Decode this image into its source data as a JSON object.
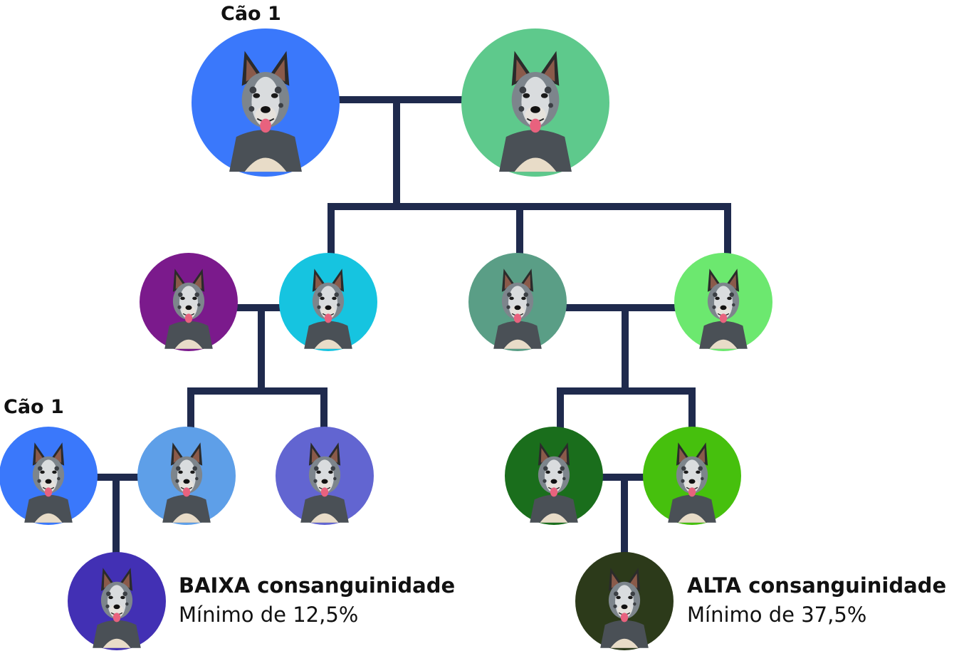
{
  "labels": {
    "dog1_top": "Cão 1",
    "dog1_left": "Cão 1",
    "low_title": "BAIXA consanguinidade",
    "low_subtitle": "Mínimo de 12,5%",
    "high_title": "ALTA consanguinidade",
    "high_subtitle": "Mínimo de 37,5%"
  },
  "colors": {
    "line": "#1f2a4d",
    "dog_top_left": "#3a78fb",
    "dog_top_right": "#5ec98c",
    "gen2_purple": "#7b1a8c",
    "gen2_cyan": "#16c4e0",
    "gen2_teal": "#5a9e86",
    "gen2_lightgreen": "#6ce86f",
    "gen3_blue": "#3a78fb",
    "gen3_lightblue": "#5e9fe8",
    "gen3_indigo": "#6265d1",
    "gen3_darkgreen": "#1a6e1c",
    "gen3_green": "#46c00d",
    "gen4_violet": "#4230b4",
    "gen4_darkolive": "#2c3a1a"
  }
}
